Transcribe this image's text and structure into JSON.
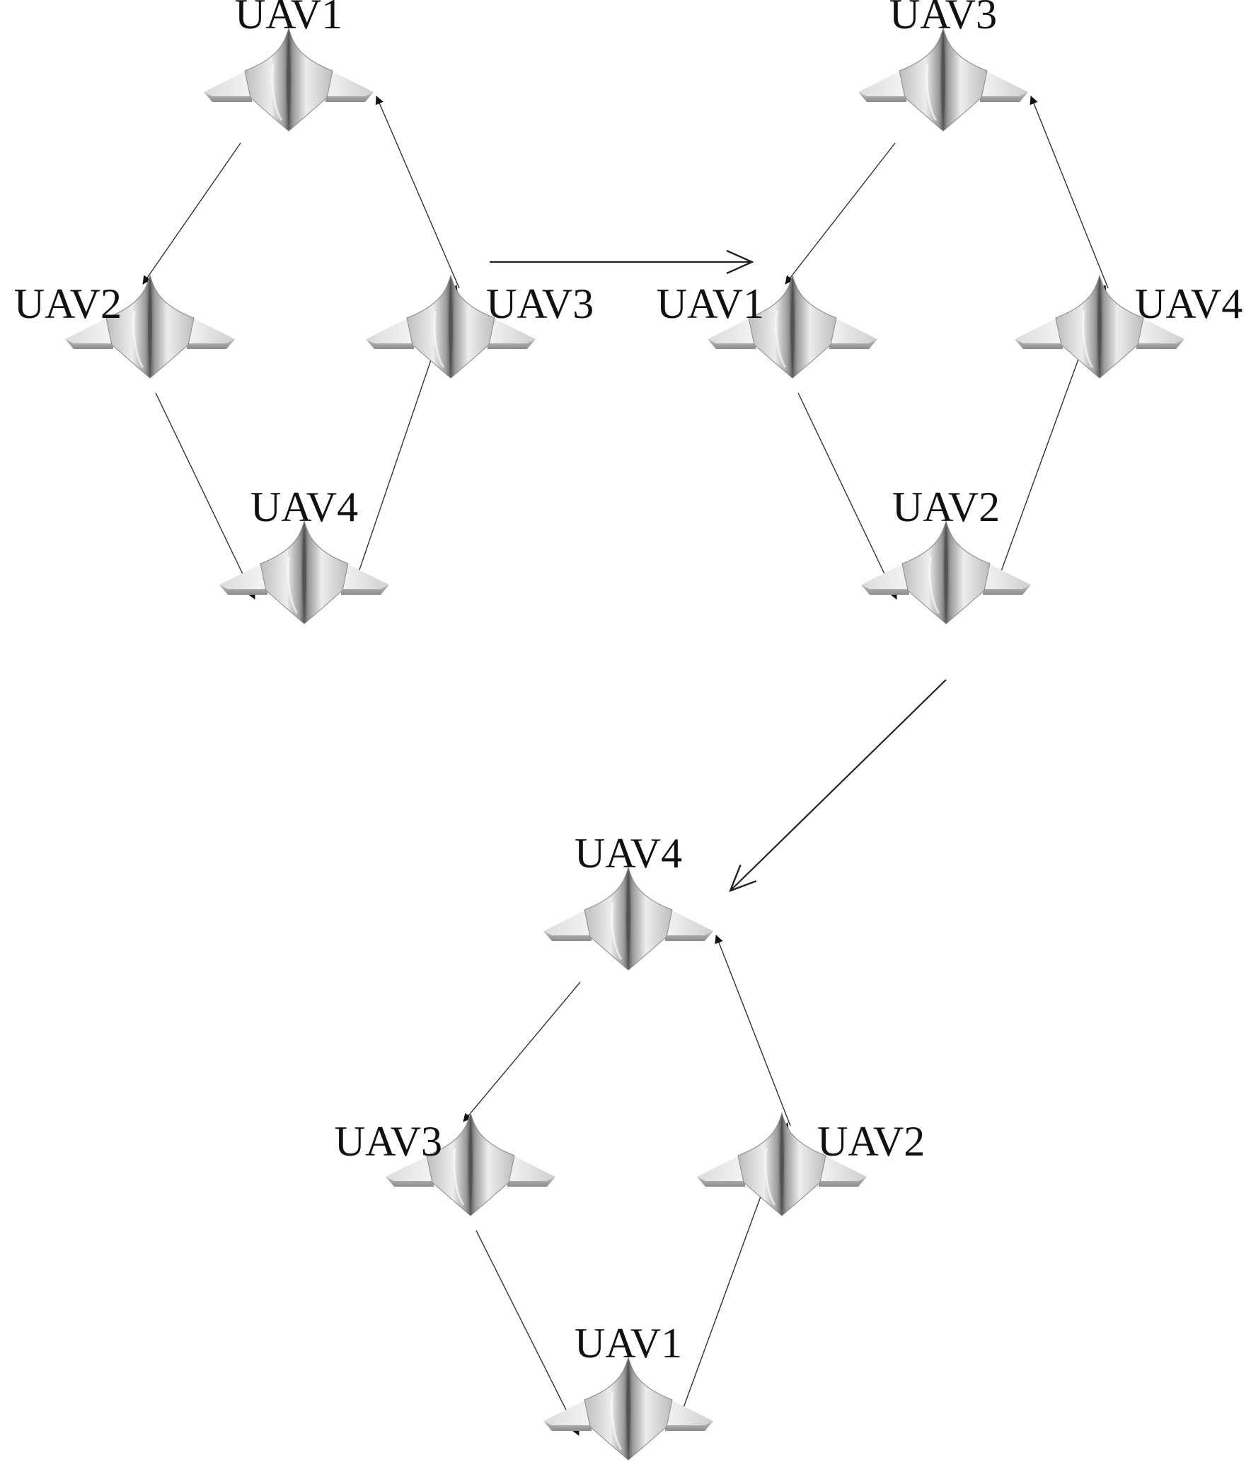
{
  "colors": {
    "background": "#ffffff",
    "text": "#111111",
    "arrow": "#222222",
    "aircraft_light": "#f2f2f2",
    "aircraft_shade": "#6e6e6e"
  },
  "icon": "uav-aircraft-icon",
  "formations": [
    {
      "nodes": [
        {
          "position": "top",
          "label": "UAV1"
        },
        {
          "position": "left",
          "label": "UAV2"
        },
        {
          "position": "right",
          "label": "UAV3"
        },
        {
          "position": "bottom",
          "label": "UAV4"
        }
      ],
      "links": [
        {
          "from": "top",
          "to": "left"
        },
        {
          "from": "left",
          "to": "bottom"
        },
        {
          "from": "bottom",
          "to": "right"
        },
        {
          "from": "right",
          "to": "top"
        }
      ]
    },
    {
      "nodes": [
        {
          "position": "top",
          "label": "UAV3"
        },
        {
          "position": "left",
          "label": "UAV1"
        },
        {
          "position": "right",
          "label": "UAV4"
        },
        {
          "position": "bottom",
          "label": "UAV2"
        }
      ],
      "links": [
        {
          "from": "top",
          "to": "left"
        },
        {
          "from": "left",
          "to": "bottom"
        },
        {
          "from": "bottom",
          "to": "right"
        },
        {
          "from": "right",
          "to": "top"
        }
      ]
    },
    {
      "nodes": [
        {
          "position": "top",
          "label": "UAV4"
        },
        {
          "position": "left",
          "label": "UAV3"
        },
        {
          "position": "right",
          "label": "UAV2"
        },
        {
          "position": "bottom",
          "label": "UAV1"
        }
      ],
      "links": [
        {
          "from": "top",
          "to": "left"
        },
        {
          "from": "left",
          "to": "bottom"
        },
        {
          "from": "bottom",
          "to": "right"
        },
        {
          "from": "right",
          "to": "top"
        }
      ]
    }
  ],
  "transitions": [
    {
      "from_formation": 1,
      "to_formation": 2
    },
    {
      "from_formation": 2,
      "to_formation": 3
    }
  ]
}
